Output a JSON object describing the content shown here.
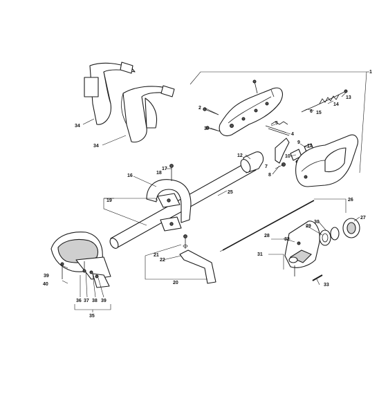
{
  "callouts": [
    {
      "id": "c1",
      "text": "1"
    },
    {
      "id": "c2",
      "text": "2"
    },
    {
      "id": "c3",
      "text": "3"
    },
    {
      "id": "c4",
      "text": "4"
    },
    {
      "id": "c5",
      "text": "5"
    },
    {
      "id": "c6",
      "text": "6"
    },
    {
      "id": "c7",
      "text": "7"
    },
    {
      "id": "c8",
      "text": "8"
    },
    {
      "id": "c9",
      "text": "9"
    },
    {
      "id": "c10",
      "text": "10"
    },
    {
      "id": "c11",
      "text": "11"
    },
    {
      "id": "c12",
      "text": "12"
    },
    {
      "id": "c13",
      "text": "13"
    },
    {
      "id": "c14",
      "text": "14"
    },
    {
      "id": "c15",
      "text": "15"
    },
    {
      "id": "c16",
      "text": "16"
    },
    {
      "id": "c17",
      "text": "17"
    },
    {
      "id": "c18",
      "text": "18"
    },
    {
      "id": "c19",
      "text": "19"
    },
    {
      "id": "c20",
      "text": "20"
    },
    {
      "id": "c21",
      "text": "21"
    },
    {
      "id": "c22",
      "text": "22"
    },
    {
      "id": "c25",
      "text": "25"
    },
    {
      "id": "c26",
      "text": "26"
    },
    {
      "id": "c27",
      "text": "27"
    },
    {
      "id": "c28",
      "text": "28"
    },
    {
      "id": "c29",
      "text": "29"
    },
    {
      "id": "c30",
      "text": "30"
    },
    {
      "id": "c31",
      "text": "31"
    },
    {
      "id": "c32",
      "text": "32"
    },
    {
      "id": "c33",
      "text": "33"
    },
    {
      "id": "c34a",
      "text": "34"
    },
    {
      "id": "c34b",
      "text": "34"
    },
    {
      "id": "c35",
      "text": "35"
    },
    {
      "id": "c36",
      "text": "36"
    },
    {
      "id": "c37",
      "text": "37"
    },
    {
      "id": "c38",
      "text": "38"
    },
    {
      "id": "c39a",
      "text": "39"
    },
    {
      "id": "c39b",
      "text": "39"
    },
    {
      "id": "c40",
      "text": "40"
    }
  ]
}
